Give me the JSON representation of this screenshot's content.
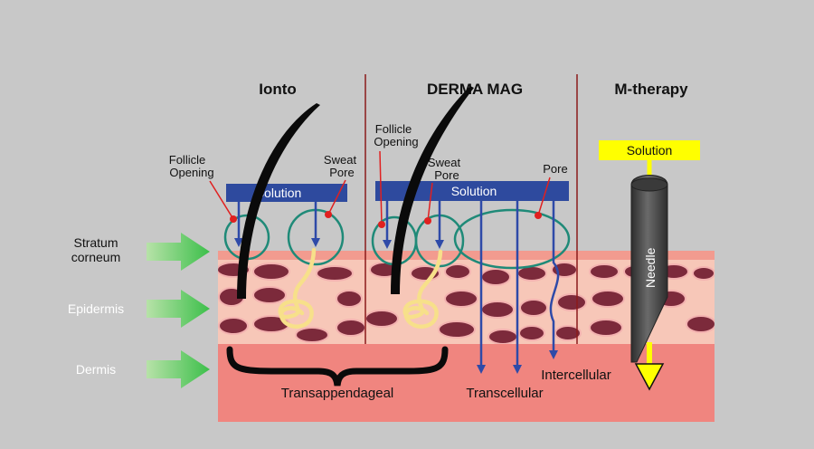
{
  "sections": {
    "iontophoresis": "Ionto",
    "derma_mag": "DERMA MAG",
    "m_therapy": "M-therapy"
  },
  "layers": {
    "stratum_corneum_line1": "Stratum",
    "stratum_corneum_line2": "corneum",
    "epidermis": "Epidermis",
    "dermis": "Dermis"
  },
  "ionto": {
    "solution": "Solution",
    "follicle_line1": "Follicle",
    "follicle_line2": "Opening",
    "sweat_line1": "Sweat",
    "sweat_line2": "Pore"
  },
  "derma_mag": {
    "solution": "Solution",
    "follicle_line1": "Follicle",
    "follicle_line2": "Opening",
    "sweat_line1": "Sweat",
    "sweat_line2": "Pore",
    "pore": "Pore"
  },
  "m_therapy": {
    "solution": "Solution",
    "needle": "Needle"
  },
  "pathways": {
    "transappendageal": "Transappendageal",
    "transcellular": "Transcellular",
    "intercellular": "Intercellular"
  },
  "colors": {
    "background": "#c8c8c8",
    "stratum": "#f29b8f",
    "epidermis": "#f7c7b8",
    "dermis": "#f0857f",
    "cell": "#7c2a3b",
    "solution_bar": "#2e4a9e",
    "arrow": "#2e4aa8",
    "ring": "#1f8a78",
    "marker": "#e02020",
    "sweat_gland": "#f7e08a",
    "needle": "#4a4a4a",
    "needle_solution": "#ffff00",
    "layer_arrow": "#4cc04c",
    "divider": "#8b1a1a"
  }
}
